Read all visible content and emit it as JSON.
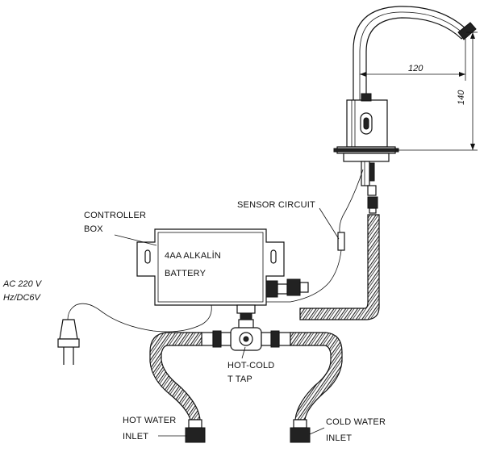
{
  "labels": {
    "controller_box_line1": "CONTROLLER",
    "controller_box_line2": "BOX",
    "battery_line1": "4AA ALKALİN",
    "battery_line2": "BATTERY",
    "sensor_circuit": "SENSOR CIRCUIT",
    "power_line1": "AC 220 V",
    "power_line2": "Hz/DC6V",
    "tap_line1": "HOT-COLD",
    "tap_line2": "T TAP",
    "hot_inlet_line1": "HOT WATER",
    "hot_inlet_line2": "INLET",
    "cold_inlet_line1": "COLD WATER",
    "cold_inlet_line2": "INLET"
  },
  "dimensions": {
    "reach": "120",
    "height": "140"
  }
}
